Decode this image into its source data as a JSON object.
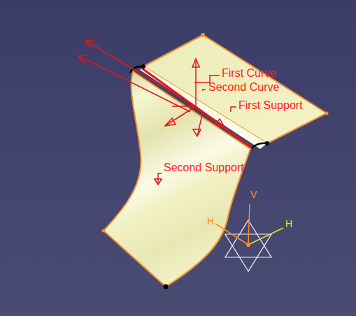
{
  "diagram": {
    "labels": [
      "First Curve",
      "Second Curve",
      "First Support",
      "Second Support",
      "H",
      "V",
      "H"
    ]
  }
}
